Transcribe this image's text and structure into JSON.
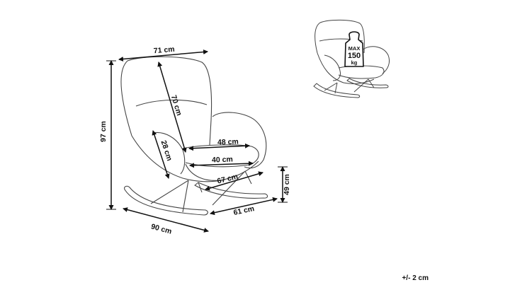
{
  "dimensions": {
    "width_top": "71 cm",
    "back_height": "70 cm",
    "total_height": "97 cm",
    "seat_depth": "48 cm",
    "seat_width": "40 cm",
    "armrest_height": "28 cm",
    "base_width": "67 cm",
    "seat_height": "49 cm",
    "rocker_width": "61 cm",
    "depth": "90 cm"
  },
  "badge": {
    "line1": "MAX",
    "line2": "150",
    "line3": "kg"
  },
  "tolerance": "+/- 2 cm",
  "colors": {
    "line": "#111111",
    "outline": "#444444"
  }
}
